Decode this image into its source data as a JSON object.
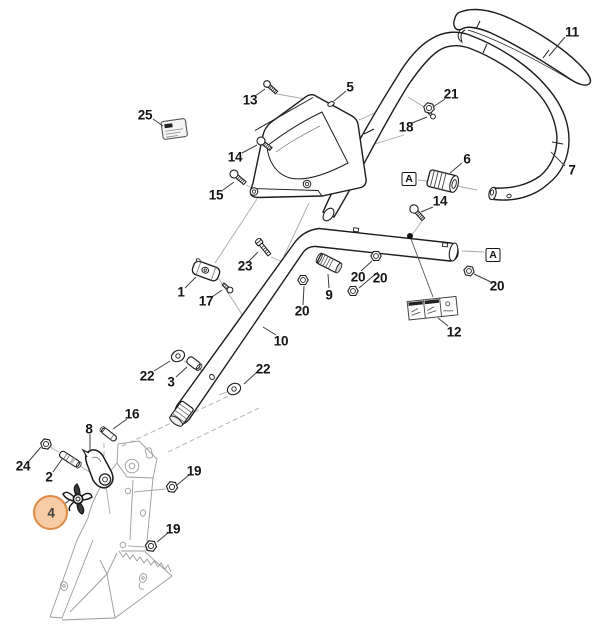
{
  "colors": {
    "background": "#ffffff",
    "line": "#1c1c1c",
    "faint_line": "#a9a9a9",
    "highlight_fill": "#f7cba3",
    "highlight_stroke": "#de8a45"
  },
  "highlighted_callout": "4",
  "ref_labels": [
    "A",
    "A"
  ],
  "callouts": [
    {
      "label": "25"
    },
    {
      "label": "13"
    },
    {
      "label": "5"
    },
    {
      "label": "11"
    },
    {
      "label": "14"
    },
    {
      "label": "15"
    },
    {
      "label": "21"
    },
    {
      "label": "18"
    },
    {
      "label": "7"
    },
    {
      "label": "6"
    },
    {
      "label": "14"
    },
    {
      "label": "1"
    },
    {
      "label": "17"
    },
    {
      "label": "23"
    },
    {
      "label": "9"
    },
    {
      "label": "20"
    },
    {
      "label": "20"
    },
    {
      "label": "20"
    },
    {
      "label": "20"
    },
    {
      "label": "12"
    },
    {
      "label": "10"
    },
    {
      "label": "22"
    },
    {
      "label": "3"
    },
    {
      "label": "22"
    },
    {
      "label": "16"
    },
    {
      "label": "8"
    },
    {
      "label": "24"
    },
    {
      "label": "2"
    },
    {
      "label": "4"
    },
    {
      "label": "19"
    },
    {
      "label": "19"
    }
  ]
}
